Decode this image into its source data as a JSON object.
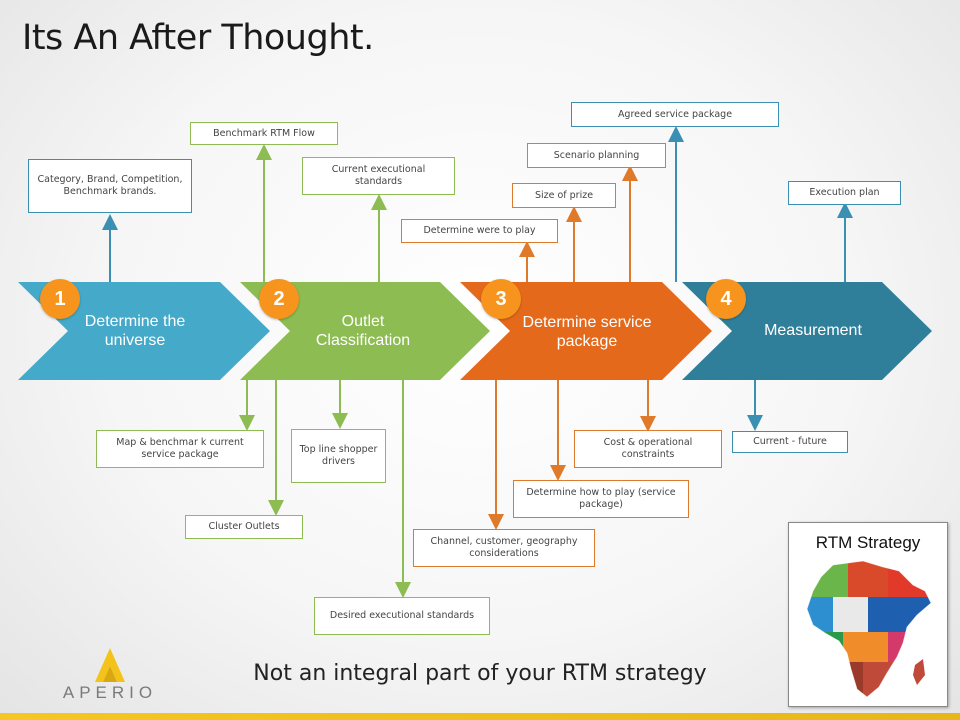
{
  "title": "Its An After Thought.",
  "stages": [
    {
      "number": "1",
      "label": "Determine the universe",
      "color": "#45a9c9"
    },
    {
      "number": "2",
      "label": "Outlet Classification",
      "color": "#8cbc52"
    },
    {
      "number": "3",
      "label": "Determine service package",
      "color": "#e5691b"
    },
    {
      "number": "4",
      "label": "Measurement",
      "color": "#2f7f9b"
    }
  ],
  "boxes_above": {
    "category_brand": "Category, Brand, Competition, Benchmark brands.",
    "benchmark_rtm_flow": "Benchmark RTM Flow",
    "current_executional": "Current executional standards",
    "determine_where_to_play": "Determine were to play",
    "size_of_prize": "Size of prize",
    "scenario_planning": "Scenario planning",
    "agreed_service_package": "Agreed service package",
    "execution_plan": "Execution plan"
  },
  "boxes_below": {
    "map_benchmark": "Map & benchmar k current service package",
    "top_line_shopper": "Top line shopper drivers",
    "cluster_outlets": "Cluster Outlets",
    "desired_executional": "Desired executional standards",
    "channel_customer": "Channel, customer, geography considerations",
    "determine_how_to_play": "Determine how to play (service package)",
    "cost_operational": "Cost & operational constraints",
    "current_future": "Current - future"
  },
  "tagline": "Not an integral part of your RTM strategy",
  "logo": {
    "name": "APERIO"
  },
  "rtm_card": {
    "title": "RTM Strategy"
  },
  "colors": {
    "blue": "#3a8fb3",
    "green": "#8cbc52",
    "orange": "#e07a2b",
    "accent": "#f7941d"
  }
}
